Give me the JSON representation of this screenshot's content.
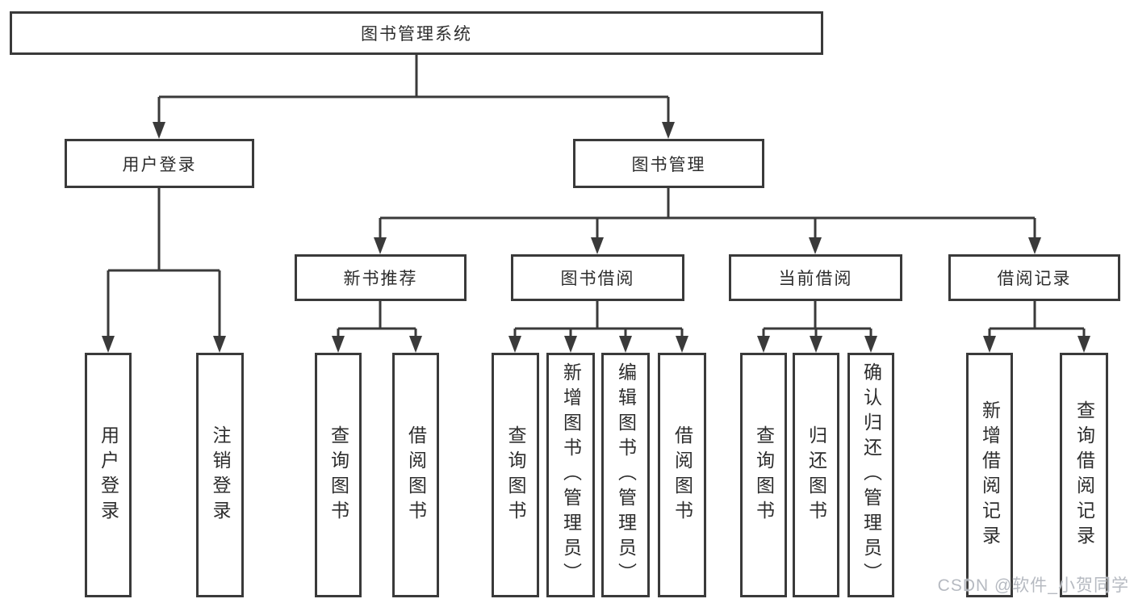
{
  "diagram": {
    "title": "图书管理系统",
    "nodes": {
      "root": "图书管理系统",
      "l2": [
        "用户登录",
        "图书管理"
      ],
      "l3": [
        "新书推荐",
        "图书借阅",
        "当前借阅",
        "借阅记录"
      ],
      "leaves": {
        "user": [
          "用户登录",
          "注销登录"
        ],
        "recommend": [
          "查询图书",
          "借阅图书"
        ],
        "borrow": [
          "查询图书",
          "新增图书（管理员）",
          "编辑图书（管理员）",
          "借阅图书"
        ],
        "current": [
          "查询图书",
          "归还图书",
          "确认归还（管理员）"
        ],
        "record": [
          "新增借阅记录",
          "查询借阅记录"
        ]
      }
    }
  },
  "watermark": "CSDN @软件_小贺同学",
  "colors": {
    "line": "#3a3a3a",
    "text": "#2d2d2d",
    "background": "#ffffff",
    "watermark": "#b6bac1"
  }
}
